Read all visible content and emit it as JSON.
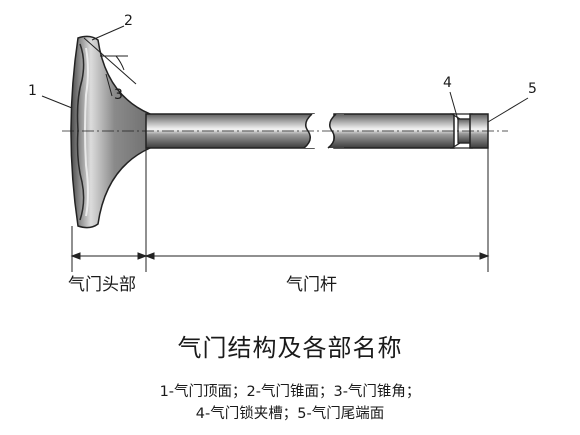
{
  "callouts": {
    "c1": "1",
    "c2": "2",
    "c3": "3",
    "c4": "4",
    "c5": "5"
  },
  "sections": {
    "head": "气门头部",
    "stem": "气门杆"
  },
  "title": "气门结构及各部名称",
  "legend": {
    "line1": "1-气门顶面；2-气门锥面；3-气门锥角；",
    "line2": "4-气门锁夹槽；5-气门尾端面"
  }
}
